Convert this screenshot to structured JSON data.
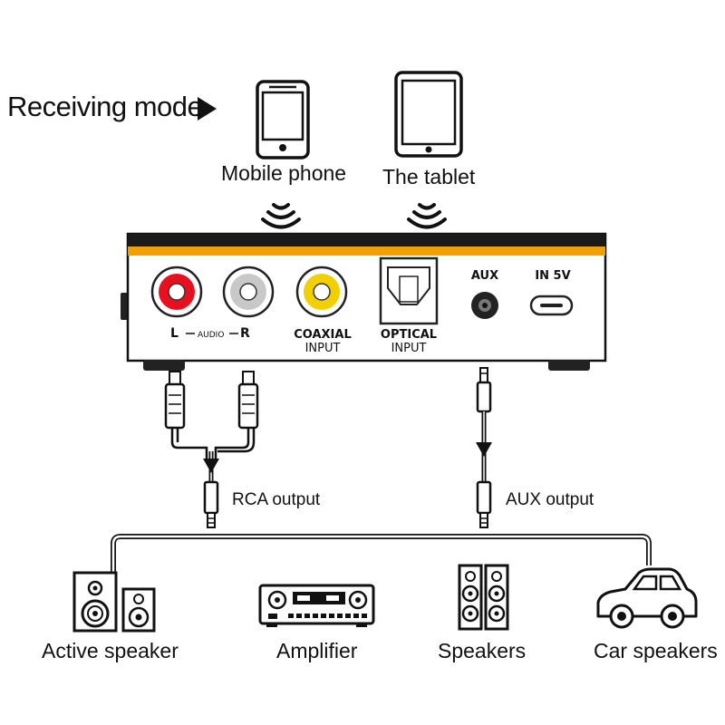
{
  "mode_label": "Receiving mode",
  "sources": [
    {
      "label": "Mobile phone",
      "icon": "smartphone-icon"
    },
    {
      "label": "The tablet",
      "icon": "tablet-icon"
    }
  ],
  "ports": {
    "audio_l": "L",
    "audio_word": "AUDIO",
    "audio_r": "R",
    "coaxial_line1": "COAXIAL",
    "coaxial_line2": "INPUT",
    "optical_line1": "OPTICAL",
    "optical_line2": "INPUT",
    "aux": "AUX",
    "power": "IN 5V"
  },
  "outputs": {
    "rca": "RCA output",
    "aux": "AUX output"
  },
  "devices": [
    {
      "label": "Active speaker",
      "icon": "active-speaker-icon"
    },
    {
      "label": "Amplifier",
      "icon": "amplifier-icon"
    },
    {
      "label": "Speakers",
      "icon": "speakers-icon"
    },
    {
      "label": "Car speakers",
      "icon": "car-icon"
    }
  ],
  "colors": {
    "accent": "#f0a000",
    "device_top": "#1a1a1a",
    "rca_left": "#e8101e",
    "rca_right": "#c8c8c8",
    "coaxial": "#f2d000"
  }
}
